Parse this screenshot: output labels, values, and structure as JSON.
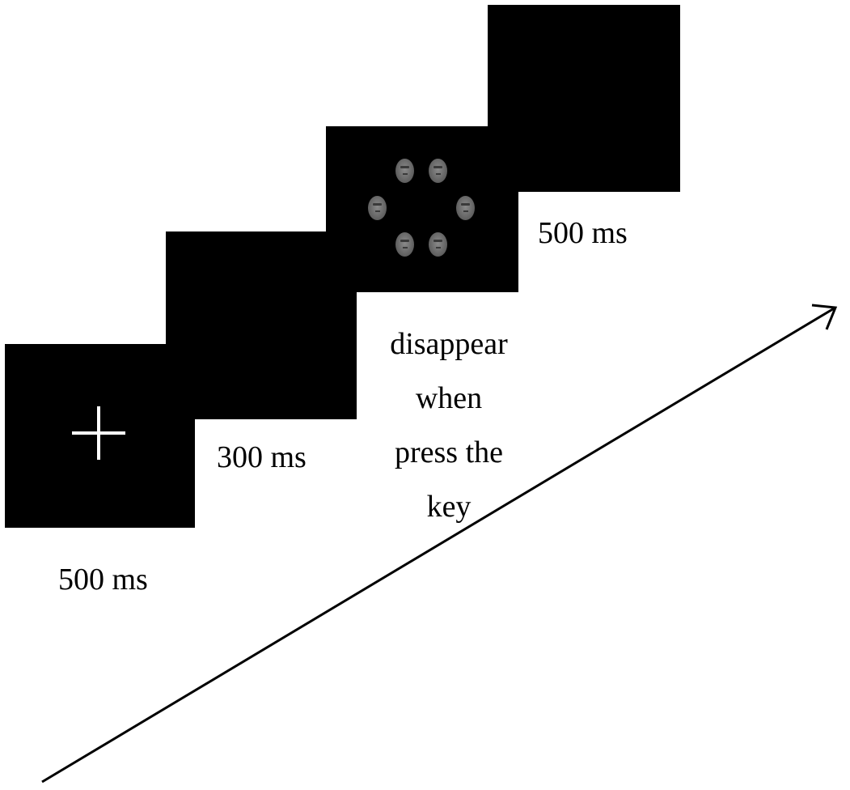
{
  "screens": [
    {
      "stimulus": "fixation-cross",
      "duration_label": "500 ms"
    },
    {
      "stimulus": "blank",
      "duration_label": "300 ms"
    },
    {
      "stimulus": "face-array",
      "duration_lines": [
        "disappear",
        "when",
        "press the",
        "key"
      ],
      "face_count": 6
    },
    {
      "stimulus": "blank",
      "duration_label": "500 ms"
    }
  ],
  "colors": {
    "screen": "#000000",
    "background": "#ffffff",
    "text": "#000000",
    "arrow": "#000000",
    "fixation": "#ffffff"
  },
  "icons": {
    "fixation": "plus-icon",
    "face": "face-icon",
    "time_axis": "arrow-icon"
  }
}
